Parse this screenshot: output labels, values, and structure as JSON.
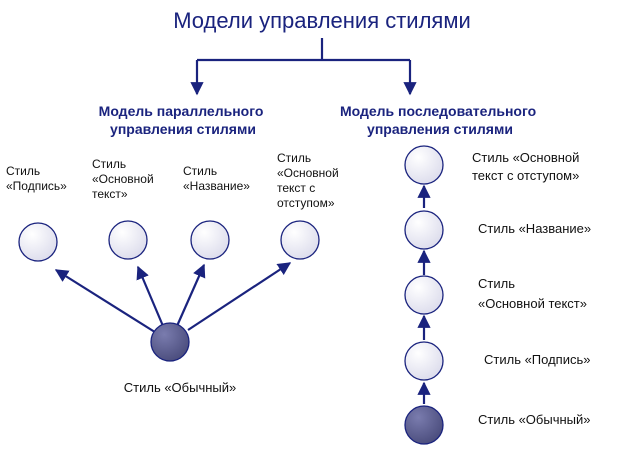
{
  "title": "Модели управления стилями",
  "colors": {
    "accent": "#1a237e",
    "node_dark": "#5a5c8c",
    "node_light": "#eeeef6"
  },
  "parallel": {
    "heading": [
      "Модель параллельного",
      "управления стилями"
    ],
    "children": [
      [
        "Стиль",
        "«Подпись»"
      ],
      [
        "Стиль",
        "«Основной",
        "текст»"
      ],
      [
        "Стиль",
        "«Название»"
      ],
      [
        "Стиль",
        "«Основной",
        "текст с",
        "отступом»"
      ]
    ],
    "root_label": "Стиль «Обычный»"
  },
  "sequential": {
    "heading": [
      "Модель последовательного",
      "управления стилями"
    ],
    "chain": [
      [
        "Стиль «Основной",
        "текст с отступом»"
      ],
      [
        "Стиль «Название»"
      ],
      [
        "Стиль",
        "«Основной текст»"
      ],
      [
        "Стиль «Подпись»"
      ],
      [
        "Стиль «Обычный»"
      ]
    ]
  }
}
